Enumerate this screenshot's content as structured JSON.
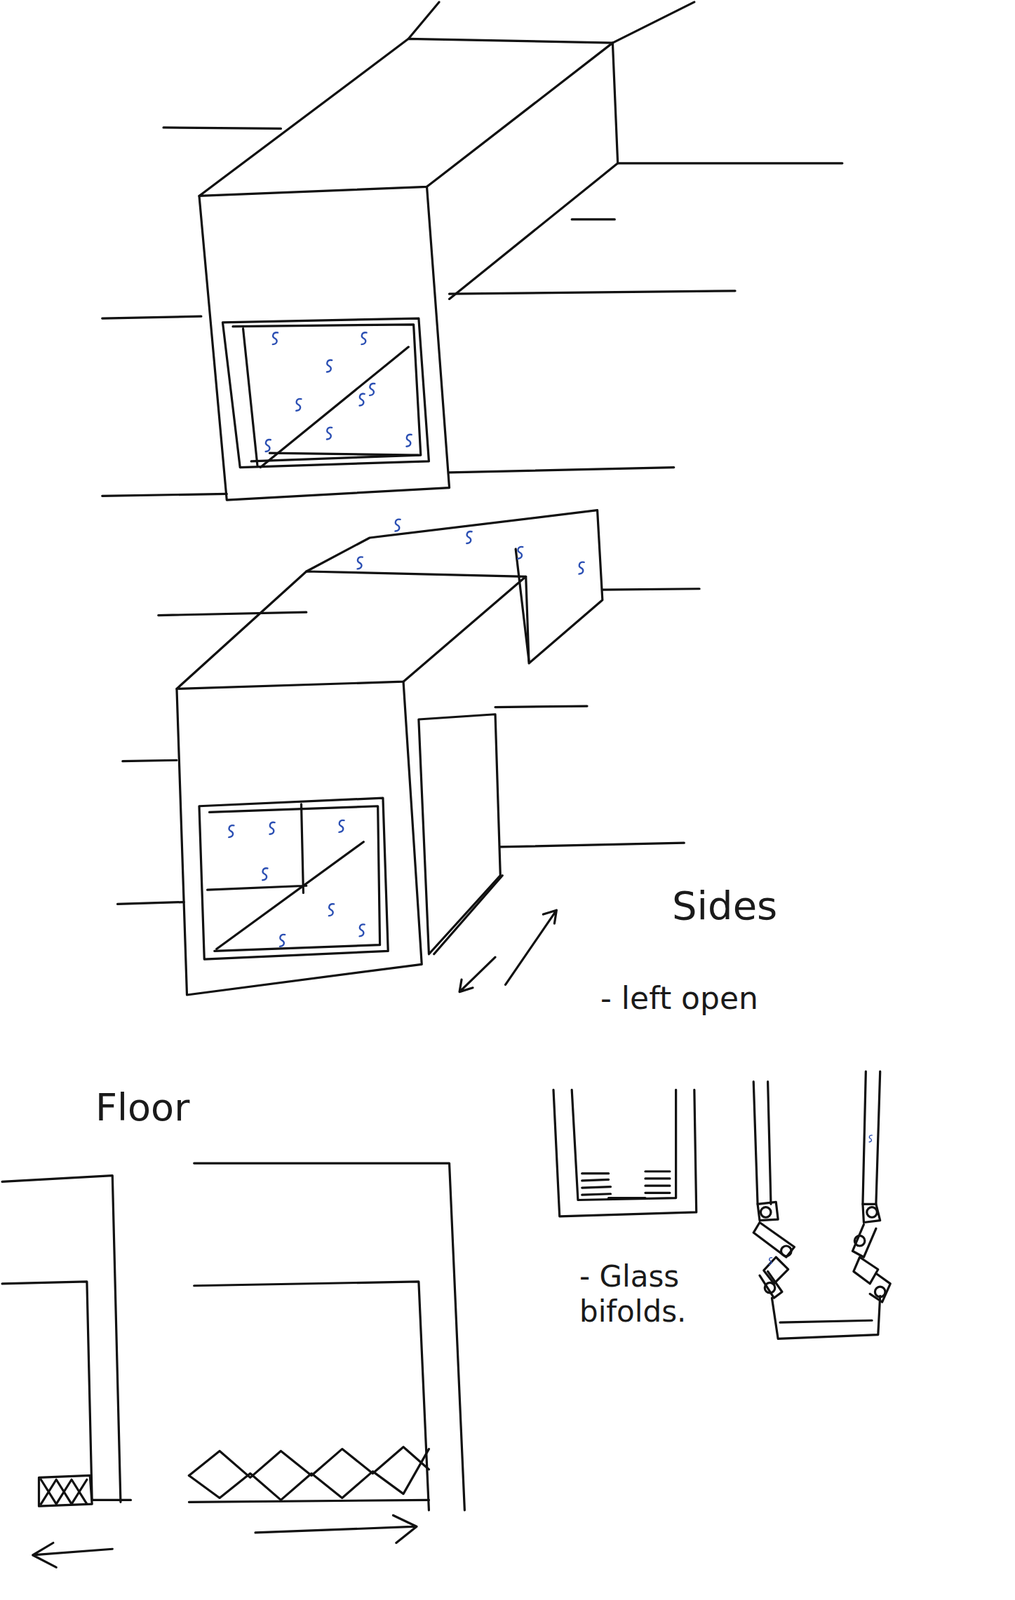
{
  "diagram": {
    "labels": [
      "Sides",
      "- left open",
      "Floor",
      "- Glass bifolds."
    ]
  }
}
